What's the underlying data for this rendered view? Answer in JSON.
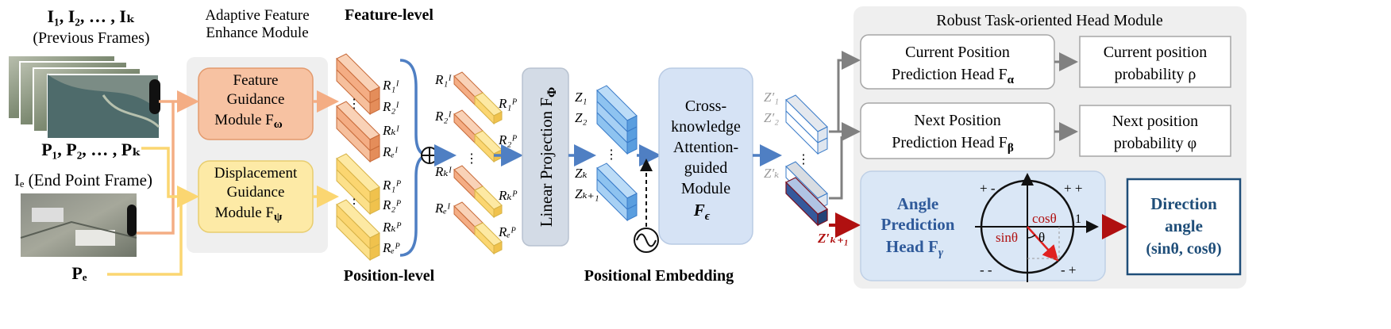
{
  "colors": {
    "orange": "#f4ad84",
    "orange_dark": "#c86b3a",
    "yellow": "#fbd671",
    "yellow_light": "#fde9a3",
    "blue": "#6aa9e3",
    "blue_arrow": "#4f7fc3",
    "gray_panel": "#efefef",
    "dark_red": "#b01010",
    "navy": "#1f4e79",
    "module_blue": "#d6e3f5"
  },
  "icons": [
    "sine-wave-icon",
    "direct-sum-icon"
  ],
  "inputs": {
    "previous_frames_label": "I₁, I₂, … , Iₖ",
    "previous_frames_caption": "(Previous Frames)",
    "positions_label": "P₁, P₂, … , Pₖ",
    "end_frame_label": "Iₑ (End Point Frame)",
    "end_position_label": "Pₑ"
  },
  "afe": {
    "title_line1": "Adaptive Feature",
    "title_line2": "Enhance Module",
    "feature_module": [
      "Feature",
      "Guidance",
      "Module F"
    ],
    "feature_module_sub": "ω",
    "displacement_module": [
      "Displacement",
      "Guidance",
      "Module F"
    ],
    "displacement_module_sub": "ψ"
  },
  "levels": {
    "feature_level": "Feature-level",
    "position_level": "Position-level"
  },
  "features": {
    "left_feature_labels": [
      "R₁ᴵ",
      "R₂ᴵ",
      "Rₖᴵ",
      "Rₑᴵ"
    ],
    "left_position_labels": [
      "R₁ᴾ",
      "R₂ᴾ",
      "Rₖᴾ",
      "Rₑᴾ"
    ],
    "merged_feature_labels": [
      "R₁ᴵ",
      "R₂ᴵ",
      "Rₖᴵ",
      "Rₑᴵ"
    ],
    "merged_position_labels": [
      "R₁ᴾ",
      "R₂ᴾ",
      "Rₖᴾ",
      "Rₑᴾ"
    ]
  },
  "linear_projection": {
    "label": "Linear Projection F",
    "sub": "Φ"
  },
  "tokens": [
    "Z₁",
    "Z₂",
    "Zₖ",
    "Zₖ₊₁"
  ],
  "positional_embedding": "Positional Embedding",
  "cka": {
    "lines": [
      "Cross-",
      "knowledge",
      "Attention-",
      "guided",
      "Module"
    ],
    "symbol": "F",
    "sub": "ϵ"
  },
  "outputs": {
    "labels": [
      "Z′₁",
      "Z′₂",
      "Z′ₖ"
    ],
    "last_label": "Z′ₖ₊₁"
  },
  "head": {
    "title": "Robust Task-oriented Head Module",
    "current": {
      "line1": "Current Position",
      "line2": "Prediction Head F",
      "sub": "α"
    },
    "current_out": {
      "line1": "Current position",
      "line2": "probability ρ"
    },
    "next": {
      "line1": "Next Position",
      "line2": "Prediction Head F",
      "sub": "β"
    },
    "next_out": {
      "line1": "Next position",
      "line2": "probability φ"
    },
    "angle": {
      "line1": "Angle",
      "line2": "Prediction",
      "line3": "Head F",
      "sub": "γ"
    },
    "quadrants": [
      "+ -",
      "+ +",
      "- -",
      "- +"
    ],
    "cos": "cosθ",
    "sin": "sinθ",
    "theta": "θ",
    "one": "1",
    "direction": {
      "line1": "Direction",
      "line2": "angle",
      "line3": "(sinθ, cosθ)"
    }
  }
}
